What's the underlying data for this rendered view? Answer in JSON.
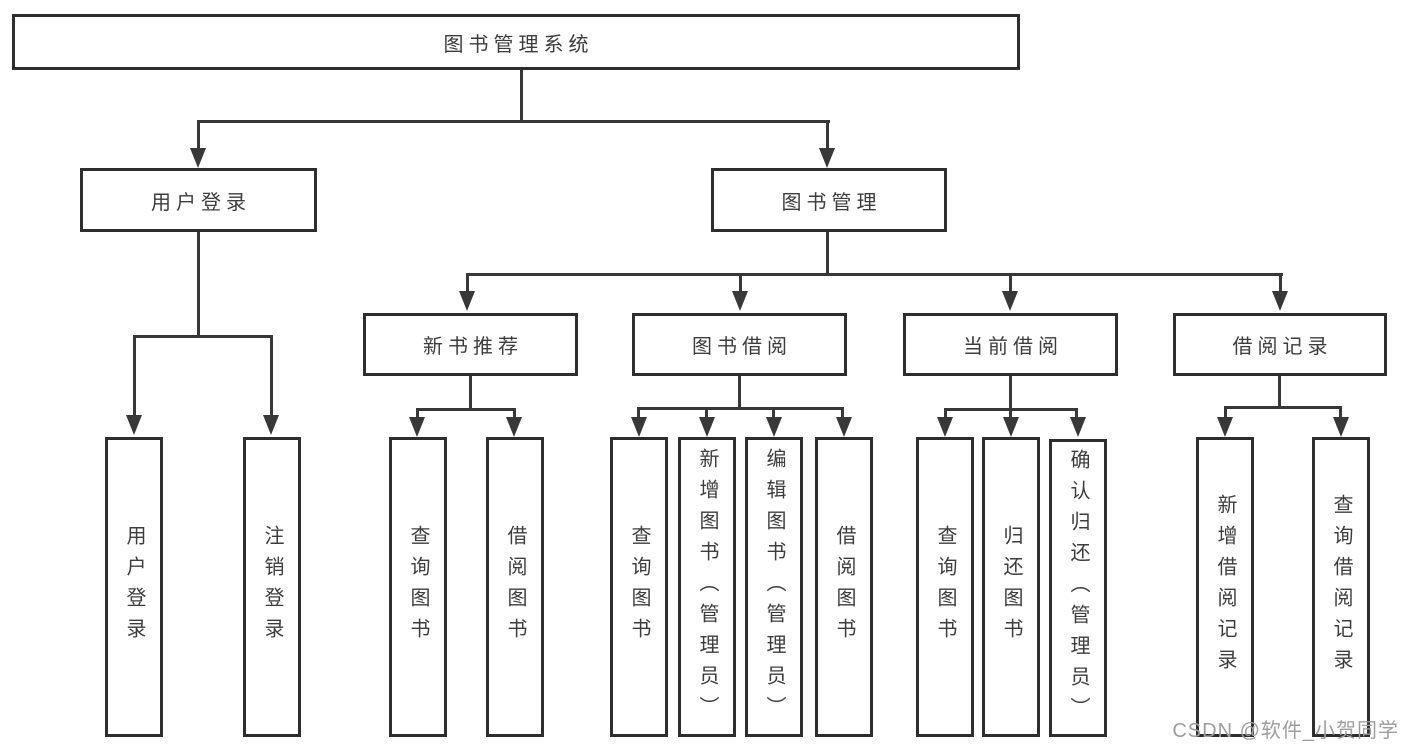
{
  "nodes": {
    "root": "图书管理系统",
    "user_login": "用户登录",
    "book_mgmt": "图书管理",
    "new_book_rec": "新书推荐",
    "book_borrow": "图书借阅",
    "current_borrow": "当前借阅",
    "borrow_records": "借阅记录",
    "leaf_user_login": "用户登录",
    "leaf_logout": "注销登录",
    "leaf_nbr_query": "查询图书",
    "leaf_nbr_borrow": "借阅图书",
    "leaf_bb_query": "查询图书",
    "leaf_bb_add": "新增图书（管理员）",
    "leaf_bb_edit": "编辑图书（管理员）",
    "leaf_bb_borrow": "借阅图书",
    "leaf_cb_query": "查询图书",
    "leaf_cb_return": "归还图书",
    "leaf_cb_confirm": "确认归还（管理员）",
    "leaf_br_add": "新增借阅记录",
    "leaf_br_query": "查询借阅记录"
  },
  "tree": {
    "label": "图书管理系统",
    "children": [
      {
        "label": "用户登录",
        "children": [
          {
            "label": "用户登录"
          },
          {
            "label": "注销登录"
          }
        ]
      },
      {
        "label": "图书管理",
        "children": [
          {
            "label": "新书推荐",
            "children": [
              {
                "label": "查询图书"
              },
              {
                "label": "借阅图书"
              }
            ]
          },
          {
            "label": "图书借阅",
            "children": [
              {
                "label": "查询图书"
              },
              {
                "label": "新增图书（管理员）"
              },
              {
                "label": "编辑图书（管理员）"
              },
              {
                "label": "借阅图书"
              }
            ]
          },
          {
            "label": "当前借阅",
            "children": [
              {
                "label": "查询图书"
              },
              {
                "label": "归还图书"
              },
              {
                "label": "确认归还（管理员）"
              }
            ]
          },
          {
            "label": "借阅记录",
            "children": [
              {
                "label": "新增借阅记录"
              },
              {
                "label": "查询借阅记录"
              }
            ]
          }
        ]
      }
    ]
  },
  "watermark": "CSDN @软件_小贺同学",
  "colors": {
    "line": "#383838",
    "border": "#2e2e2e",
    "text": "#3d3d3d",
    "background": "#ffffff",
    "watermark": "#9e9e9e"
  }
}
